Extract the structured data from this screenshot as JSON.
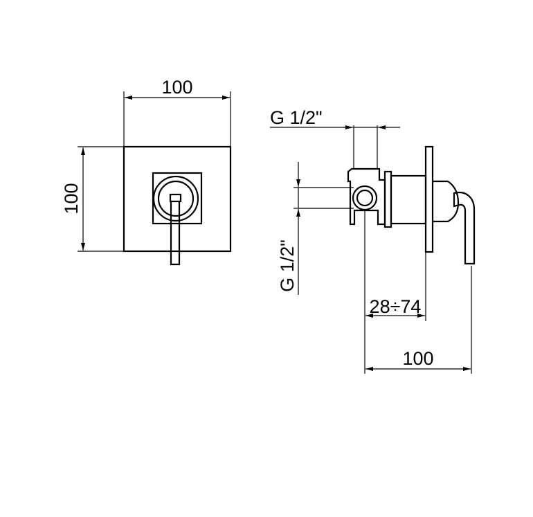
{
  "front_view": {
    "width_label": "100",
    "height_label": "100"
  },
  "side_view": {
    "connection_top_label": "G 1/2\"",
    "connection_side_label": "G 1/2\"",
    "depth_range_label": "28÷74",
    "total_depth_label": "100"
  }
}
